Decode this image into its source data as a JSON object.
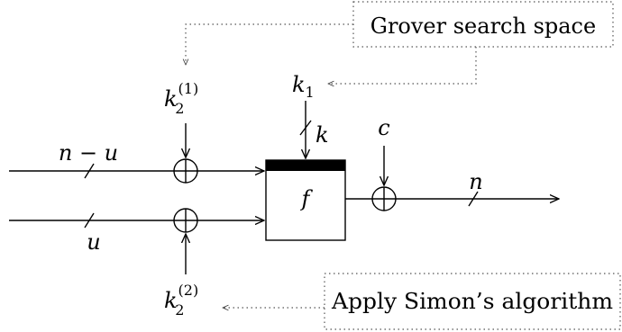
{
  "labels": {
    "grover_box": "Grover search space",
    "simon_box": "Apply Simon’s algorithm",
    "k1_base": "k",
    "k1_sub": "1",
    "k2_top_base": "k",
    "k2_top_sub": "2",
    "k2_top_sup": "(1)",
    "k2_bottom_base": "k",
    "k2_bottom_sub": "2",
    "k2_bottom_sup": "(2)",
    "k_width": "k",
    "c": "c",
    "f": "f",
    "n_minus_u": "n − u",
    "u": "u",
    "n": "n"
  }
}
